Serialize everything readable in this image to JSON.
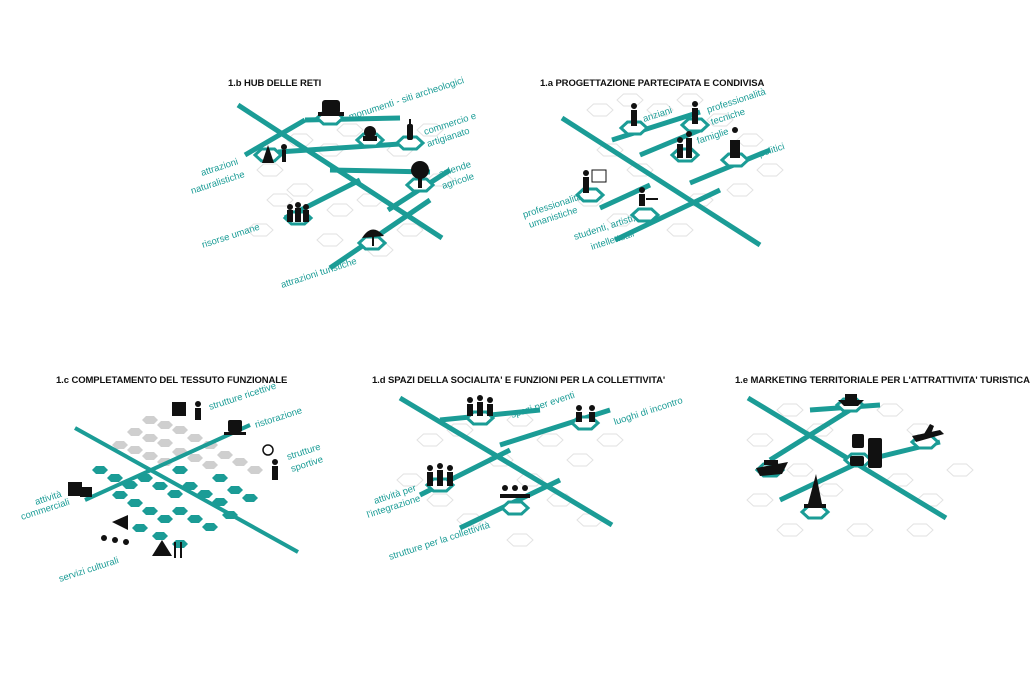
{
  "colors": {
    "accent": "#1b9c96",
    "grid": "#e2e2e2",
    "icon": "#111111",
    "gray_hex": "#cfcfcf"
  },
  "panels": {
    "hub": {
      "title": "1.b  HUB DELLE RETI",
      "labels": {
        "monumenti": "monumenti - siti archeologici",
        "commercio1": "commercio e",
        "commercio2": "artigianato",
        "aziende1": "aziende",
        "aziende2": "agricole",
        "attrazioni_nat1": "attrazioni",
        "attrazioni_nat2": "naturalistiche",
        "risorse": "risorse umane",
        "attrazioni_tur": "attrazioni turistiche"
      },
      "icons": [
        "monument-icon",
        "ring-shop-icon",
        "wine-bottle-icon",
        "tree-farm-icon",
        "tree-hiker-icon",
        "people-group-icon",
        "beach-umbrella-icon"
      ]
    },
    "partecipata": {
      "title": "1.a  PROGETTAZIONE PARTECIPATA E CONDIVISA",
      "labels": {
        "anziani": "anziani",
        "professionalita_t1": "professionalità",
        "professionalita_t2": "tecniche",
        "famiglie": "famiglie",
        "politici": "politici",
        "professionalita_u1": "professionalità",
        "professionalita_u2": "umanistiche",
        "studenti1": "studenti, artisti,",
        "studenti2": "intellettuali"
      },
      "icons": [
        "elder-icon",
        "technician-icon",
        "family-icon",
        "politician-icon",
        "teacher-icon",
        "student-desk-icon"
      ]
    },
    "tessuto": {
      "title": "1.c  COMPLETAMENTO DEL TESSUTO FUNZIONALE",
      "labels": {
        "ricettive": "strutture ricettive",
        "ristorazione": "ristorazione",
        "sportive1": "strutture",
        "sportive2": "sportive",
        "commerciali1": "attività",
        "commerciali2": "commerciali",
        "culturali": "servizi culturali"
      },
      "icons": [
        "hotel-bed-icon",
        "coffee-cup-icon",
        "tennis-player-icon",
        "shopping-bag-icon",
        "cinema-audience-icon",
        "pizza-cutlery-icon"
      ]
    },
    "socialita": {
      "title": "1.d  SPAZI DELLA SOCIALITA'  E FUNZIONI PER LA COLLETTIVITA'",
      "labels": {
        "eventi": "spazi per eventi",
        "incontro": "luoghi di incontro",
        "integrazione1": "attività per",
        "integrazione2": "l'integrazione",
        "collettivita": "strutture per la collettività"
      },
      "icons": [
        "event-crowd-icon",
        "meeting-people-icon",
        "cheering-people-icon",
        "table-meeting-icon"
      ]
    },
    "marketing": {
      "title": "1.e  MARKETING TERRITORIALE PER L'ATTRATTIVITA' TURISTICA",
      "icons": [
        "cruise-ship-icon",
        "luggage-camera-icon",
        "airplane-icon",
        "yacht-icon",
        "sailboat-icon"
      ]
    }
  }
}
